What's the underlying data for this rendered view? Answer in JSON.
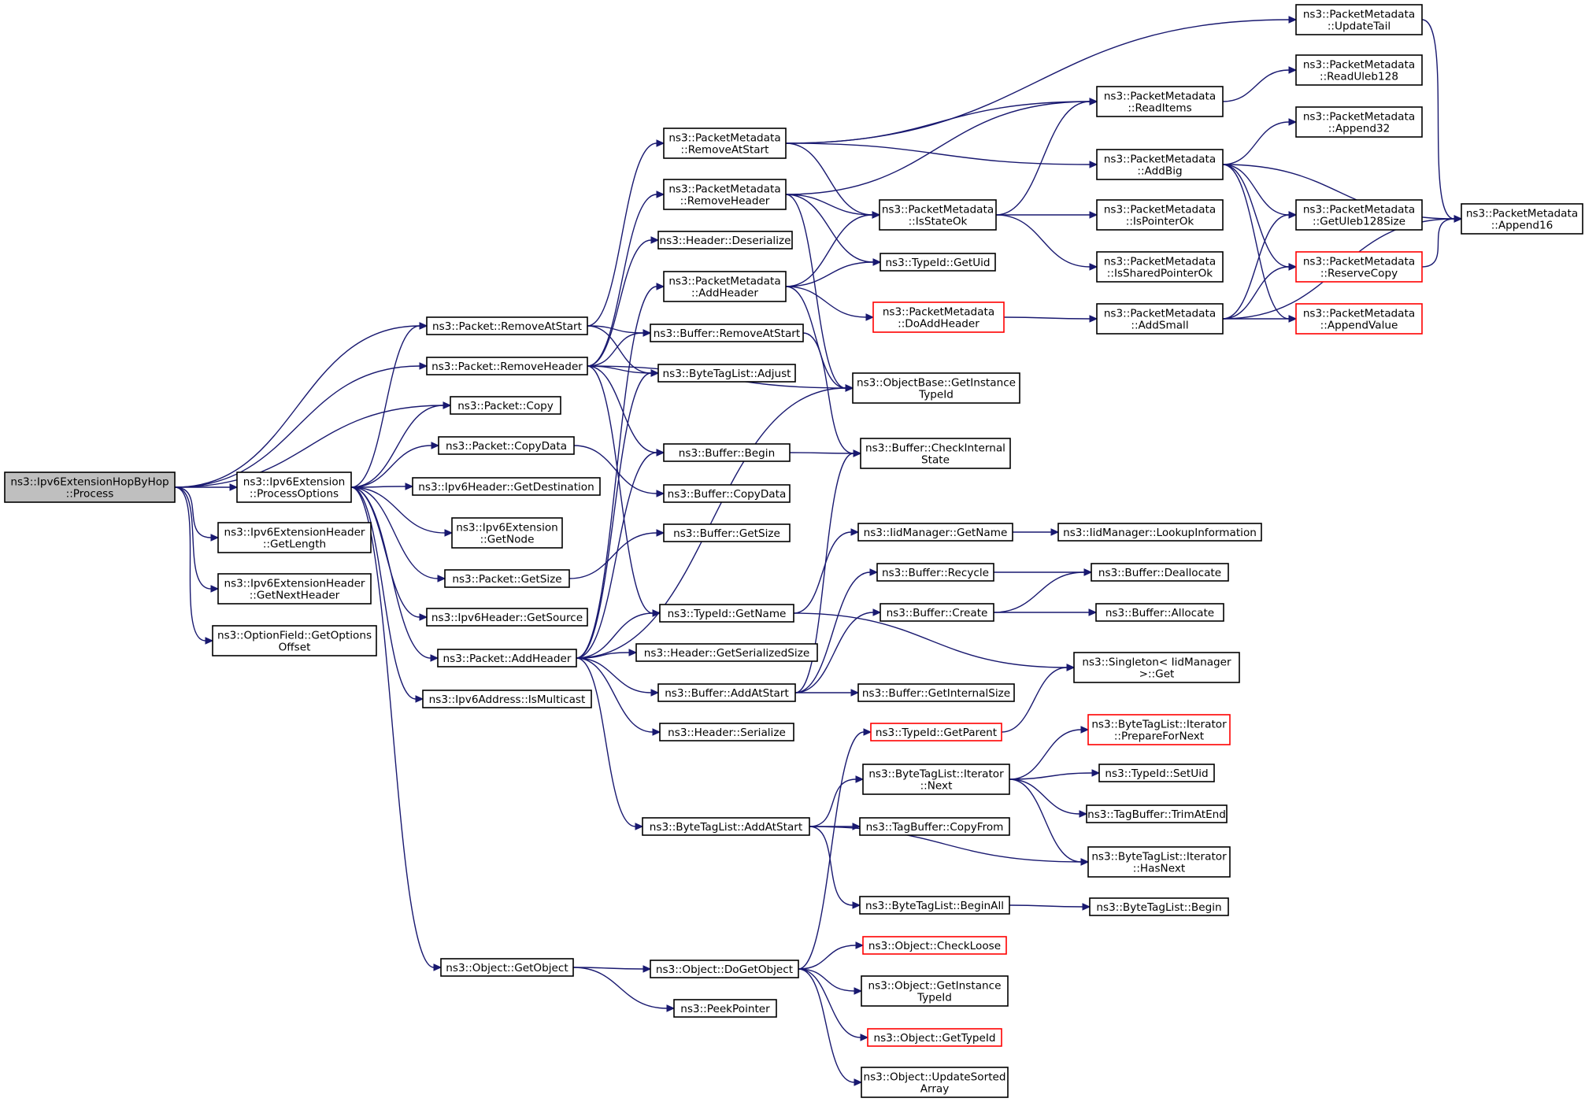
{
  "colors": {
    "edge": "#191970",
    "node_border": "#000000",
    "node_border_truncated": "#ff0000",
    "node_fill": "#ffffff",
    "root_fill": "#bfbfbf",
    "text": "#000000"
  },
  "nodes": [
    {
      "id": "n0",
      "lines": [
        "ns3::Ipv6ExtensionHopByHop",
        "::Process"
      ],
      "style": "root"
    },
    {
      "id": "n1",
      "lines": [
        "ns3::Packet::RemoveAtStart"
      ]
    },
    {
      "id": "n2",
      "lines": [
        "ns3::Packet::RemoveHeader"
      ]
    },
    {
      "id": "n3",
      "lines": [
        "ns3::Packet::Copy"
      ]
    },
    {
      "id": "n4",
      "lines": [
        "ns3::Ipv6Extension",
        "::ProcessOptions"
      ]
    },
    {
      "id": "n5",
      "lines": [
        "ns3::Ipv6ExtensionHeader",
        "::GetLength"
      ]
    },
    {
      "id": "n6",
      "lines": [
        "ns3::Ipv6ExtensionHeader",
        "::GetNextHeader"
      ]
    },
    {
      "id": "n7",
      "lines": [
        "ns3::OptionField::GetOptions",
        "Offset"
      ]
    },
    {
      "id": "n8",
      "lines": [
        "ns3::Packet::CopyData"
      ]
    },
    {
      "id": "n9",
      "lines": [
        "ns3::Ipv6Header::GetDestination"
      ]
    },
    {
      "id": "n10",
      "lines": [
        "ns3::Ipv6Extension",
        "::GetNode"
      ]
    },
    {
      "id": "n11",
      "lines": [
        "ns3::Packet::GetSize"
      ]
    },
    {
      "id": "n12",
      "lines": [
        "ns3::Ipv6Header::GetSource"
      ]
    },
    {
      "id": "n13",
      "lines": [
        "ns3::Packet::AddHeader"
      ]
    },
    {
      "id": "n14",
      "lines": [
        "ns3::Ipv6Address::IsMulticast"
      ]
    },
    {
      "id": "n15",
      "lines": [
        "ns3::Object::GetObject"
      ]
    },
    {
      "id": "n16",
      "lines": [
        "ns3::PacketMetadata",
        "::RemoveAtStart"
      ]
    },
    {
      "id": "n17",
      "lines": [
        "ns3::PacketMetadata",
        "::RemoveHeader"
      ]
    },
    {
      "id": "n18",
      "lines": [
        "ns3::Header::Deserialize"
      ]
    },
    {
      "id": "n19",
      "lines": [
        "ns3::PacketMetadata",
        "::AddHeader"
      ]
    },
    {
      "id": "n20",
      "lines": [
        "ns3::Buffer::RemoveAtStart"
      ]
    },
    {
      "id": "n21",
      "lines": [
        "ns3::ByteTagList::Adjust"
      ]
    },
    {
      "id": "n22",
      "lines": [
        "ns3::Buffer::Begin"
      ]
    },
    {
      "id": "n23",
      "lines": [
        "ns3::Buffer::CopyData"
      ]
    },
    {
      "id": "n24",
      "lines": [
        "ns3::Buffer::GetSize"
      ]
    },
    {
      "id": "n25",
      "lines": [
        "ns3::TypeId::GetName"
      ]
    },
    {
      "id": "n26",
      "lines": [
        "ns3::Header::GetSerializedSize"
      ]
    },
    {
      "id": "n27",
      "lines": [
        "ns3::Buffer::AddAtStart"
      ]
    },
    {
      "id": "n28",
      "lines": [
        "ns3::Header::Serialize"
      ]
    },
    {
      "id": "n29",
      "lines": [
        "ns3::ByteTagList::AddAtStart"
      ]
    },
    {
      "id": "n30",
      "lines": [
        "ns3::Object::DoGetObject"
      ]
    },
    {
      "id": "n31",
      "lines": [
        "ns3::PeekPointer"
      ]
    },
    {
      "id": "n32",
      "lines": [
        "ns3::PacketMetadata",
        "::IsStateOk"
      ]
    },
    {
      "id": "n33",
      "lines": [
        "ns3::TypeId::GetUid"
      ]
    },
    {
      "id": "n34",
      "lines": [
        "ns3::PacketMetadata",
        "::DoAddHeader"
      ],
      "style": "truncated"
    },
    {
      "id": "n35",
      "lines": [
        "ns3::ObjectBase::GetInstance",
        "TypeId"
      ]
    },
    {
      "id": "n36",
      "lines": [
        "ns3::Buffer::CheckInternal",
        "State"
      ]
    },
    {
      "id": "n37",
      "lines": [
        "ns3::IidManager::GetName"
      ]
    },
    {
      "id": "n38",
      "lines": [
        "ns3::Buffer::Recycle"
      ]
    },
    {
      "id": "n39",
      "lines": [
        "ns3::Buffer::Create"
      ]
    },
    {
      "id": "n40",
      "lines": [
        "ns3::Buffer::GetInternalSize"
      ]
    },
    {
      "id": "n41",
      "lines": [
        "ns3::TypeId::GetParent"
      ],
      "style": "truncated"
    },
    {
      "id": "n42",
      "lines": [
        "ns3::ByteTagList::Iterator",
        "::Next"
      ]
    },
    {
      "id": "n43",
      "lines": [
        "ns3::TagBuffer::CopyFrom"
      ]
    },
    {
      "id": "n44",
      "lines": [
        "ns3::ByteTagList::BeginAll"
      ]
    },
    {
      "id": "n45",
      "lines": [
        "ns3::Object::CheckLoose"
      ],
      "style": "truncated"
    },
    {
      "id": "n46",
      "lines": [
        "ns3::Object::GetInstance",
        "TypeId"
      ]
    },
    {
      "id": "n47",
      "lines": [
        "ns3::Object::GetTypeId"
      ],
      "style": "truncated"
    },
    {
      "id": "n48",
      "lines": [
        "ns3::Object::UpdateSorted",
        "Array"
      ]
    },
    {
      "id": "n49",
      "lines": [
        "ns3::PacketMetadata",
        "::UpdateTail"
      ]
    },
    {
      "id": "n50",
      "lines": [
        "ns3::PacketMetadata",
        "::ReadItems"
      ]
    },
    {
      "id": "n51",
      "lines": [
        "ns3::PacketMetadata",
        "::AddBig"
      ]
    },
    {
      "id": "n52",
      "lines": [
        "ns3::PacketMetadata",
        "::IsPointerOk"
      ]
    },
    {
      "id": "n53",
      "lines": [
        "ns3::PacketMetadata",
        "::IsSharedPointerOk"
      ]
    },
    {
      "id": "n54",
      "lines": [
        "ns3::PacketMetadata",
        "::AddSmall"
      ]
    },
    {
      "id": "n55",
      "lines": [
        "ns3::IidManager::LookupInformation"
      ]
    },
    {
      "id": "n56",
      "lines": [
        "ns3::Buffer::Deallocate"
      ]
    },
    {
      "id": "n57",
      "lines": [
        "ns3::Buffer::Allocate"
      ]
    },
    {
      "id": "n58",
      "lines": [
        "ns3::Singleton< IidManager",
        ">::Get"
      ]
    },
    {
      "id": "n59",
      "lines": [
        "ns3::ByteTagList::Iterator",
        "::PrepareForNext"
      ],
      "style": "truncated"
    },
    {
      "id": "n60",
      "lines": [
        "ns3::TypeId::SetUid"
      ]
    },
    {
      "id": "n61",
      "lines": [
        "ns3::TagBuffer::TrimAtEnd"
      ]
    },
    {
      "id": "n62",
      "lines": [
        "ns3::ByteTagList::Iterator",
        "::HasNext"
      ]
    },
    {
      "id": "n63",
      "lines": [
        "ns3::ByteTagList::Begin"
      ]
    },
    {
      "id": "n64",
      "lines": [
        "ns3::PacketMetadata",
        "::ReadUleb128"
      ]
    },
    {
      "id": "n65",
      "lines": [
        "ns3::PacketMetadata",
        "::Append32"
      ]
    },
    {
      "id": "n66",
      "lines": [
        "ns3::PacketMetadata",
        "::GetUleb128Size"
      ]
    },
    {
      "id": "n67",
      "lines": [
        "ns3::PacketMetadata",
        "::ReserveCopy"
      ],
      "style": "truncated"
    },
    {
      "id": "n68",
      "lines": [
        "ns3::PacketMetadata",
        "::AppendValue"
      ],
      "style": "truncated"
    },
    {
      "id": "n69",
      "lines": [
        "ns3::PacketMetadata",
        "::Append16"
      ]
    }
  ],
  "edges": [
    [
      "n0",
      "n1"
    ],
    [
      "n0",
      "n2"
    ],
    [
      "n0",
      "n3"
    ],
    [
      "n0",
      "n4"
    ],
    [
      "n0",
      "n5"
    ],
    [
      "n0",
      "n6"
    ],
    [
      "n0",
      "n7"
    ],
    [
      "n4",
      "n1"
    ],
    [
      "n4",
      "n3"
    ],
    [
      "n4",
      "n8"
    ],
    [
      "n4",
      "n9"
    ],
    [
      "n4",
      "n10"
    ],
    [
      "n4",
      "n11"
    ],
    [
      "n4",
      "n12"
    ],
    [
      "n4",
      "n13"
    ],
    [
      "n4",
      "n14"
    ],
    [
      "n4",
      "n15"
    ],
    [
      "n1",
      "n16"
    ],
    [
      "n1",
      "n20"
    ],
    [
      "n1",
      "n21"
    ],
    [
      "n2",
      "n17"
    ],
    [
      "n2",
      "n18"
    ],
    [
      "n2",
      "n20"
    ],
    [
      "n2",
      "n21"
    ],
    [
      "n2",
      "n22"
    ],
    [
      "n2",
      "n35"
    ],
    [
      "n2",
      "n25"
    ],
    [
      "n8",
      "n23"
    ],
    [
      "n11",
      "n24"
    ],
    [
      "n13",
      "n19"
    ],
    [
      "n13",
      "n21"
    ],
    [
      "n13",
      "n22"
    ],
    [
      "n13",
      "n25"
    ],
    [
      "n13",
      "n26"
    ],
    [
      "n13",
      "n27"
    ],
    [
      "n13",
      "n28"
    ],
    [
      "n13",
      "n29"
    ],
    [
      "n13",
      "n35"
    ],
    [
      "n15",
      "n30"
    ],
    [
      "n15",
      "n31"
    ],
    [
      "n16",
      "n49"
    ],
    [
      "n16",
      "n50"
    ],
    [
      "n16",
      "n51"
    ],
    [
      "n16",
      "n32"
    ],
    [
      "n17",
      "n50"
    ],
    [
      "n17",
      "n32"
    ],
    [
      "n17",
      "n33"
    ],
    [
      "n17",
      "n35"
    ],
    [
      "n19",
      "n32"
    ],
    [
      "n19",
      "n33"
    ],
    [
      "n19",
      "n34"
    ],
    [
      "n19",
      "n35"
    ],
    [
      "n20",
      "n36"
    ],
    [
      "n22",
      "n36"
    ],
    [
      "n25",
      "n37"
    ],
    [
      "n25",
      "n58"
    ],
    [
      "n27",
      "n36"
    ],
    [
      "n27",
      "n38"
    ],
    [
      "n27",
      "n39"
    ],
    [
      "n27",
      "n40"
    ],
    [
      "n29",
      "n42"
    ],
    [
      "n29",
      "n43"
    ],
    [
      "n29",
      "n44"
    ],
    [
      "n29",
      "n62"
    ],
    [
      "n30",
      "n41"
    ],
    [
      "n30",
      "n45"
    ],
    [
      "n30",
      "n46"
    ],
    [
      "n30",
      "n47"
    ],
    [
      "n30",
      "n48"
    ],
    [
      "n32",
      "n50"
    ],
    [
      "n32",
      "n52"
    ],
    [
      "n32",
      "n53"
    ],
    [
      "n34",
      "n54"
    ],
    [
      "n37",
      "n55"
    ],
    [
      "n38",
      "n56"
    ],
    [
      "n39",
      "n56"
    ],
    [
      "n39",
      "n57"
    ],
    [
      "n41",
      "n58"
    ],
    [
      "n42",
      "n59"
    ],
    [
      "n42",
      "n60"
    ],
    [
      "n42",
      "n61"
    ],
    [
      "n42",
      "n62"
    ],
    [
      "n44",
      "n63"
    ],
    [
      "n49",
      "n69"
    ],
    [
      "n50",
      "n64"
    ],
    [
      "n51",
      "n65"
    ],
    [
      "n51",
      "n66"
    ],
    [
      "n51",
      "n67"
    ],
    [
      "n51",
      "n68"
    ],
    [
      "n51",
      "n69"
    ],
    [
      "n54",
      "n66"
    ],
    [
      "n54",
      "n67"
    ],
    [
      "n54",
      "n68"
    ],
    [
      "n54",
      "n69"
    ],
    [
      "n67",
      "n69"
    ]
  ]
}
